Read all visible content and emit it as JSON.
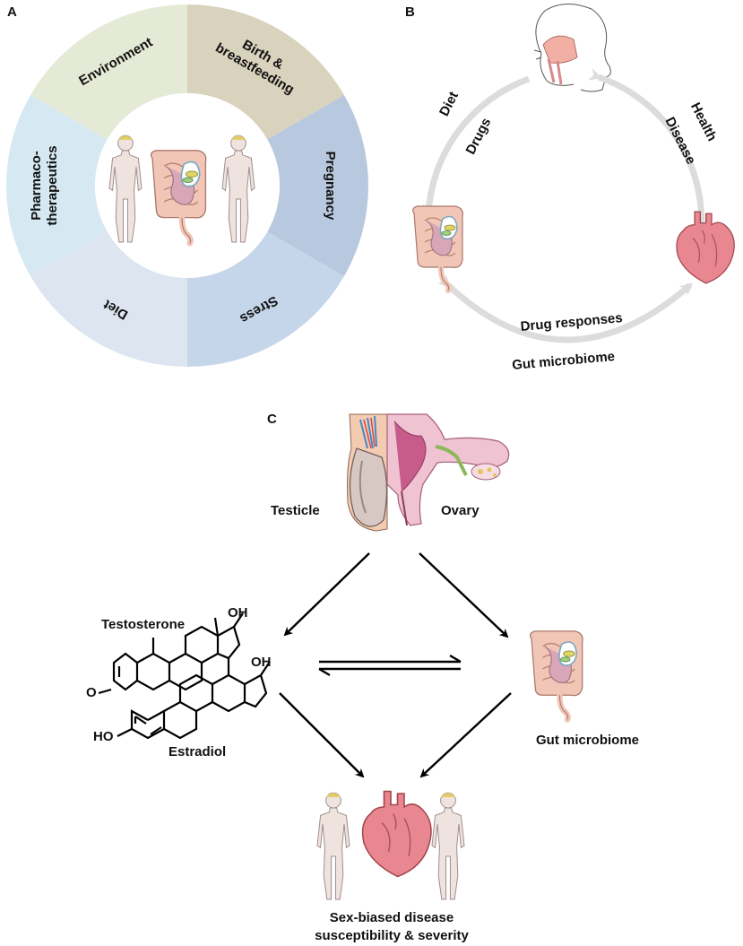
{
  "panels": {
    "a": "A",
    "b": "B",
    "c": "C"
  },
  "panel_a": {
    "segments": [
      {
        "label_lines": [
          "Environment"
        ],
        "color": "#e5ead6"
      },
      {
        "label_lines": [
          "Birth &",
          "breastfeeding"
        ],
        "color": "#d9d2bd"
      },
      {
        "label_lines": [
          "Pregnancy"
        ],
        "color": "#b8c8de"
      },
      {
        "label_lines": [
          "Stress"
        ],
        "color": "#c5d6ea"
      },
      {
        "label_lines": [
          "Diet"
        ],
        "color": "#dce5f0"
      },
      {
        "label_lines": [
          "Pharmaco-",
          "therapeutics"
        ],
        "color": "#d6e8f1"
      }
    ]
  },
  "panel_b": {
    "diet": "Diet",
    "drugs": "Drugs",
    "health": "Health",
    "disease": "Disease",
    "drug_responses": "Drug responses",
    "gut_microbiome": "Gut microbiome"
  },
  "panel_c": {
    "testicle": "Testicle",
    "ovary": "Ovary",
    "testosterone": "Testosterone",
    "estradiol": "Estradiol",
    "gut_microbiome": "Gut microbiome",
    "outcome_line1": "Sex-biased disease",
    "outcome_line2": "susceptibility & severity",
    "oh_top": "OH",
    "oh_mid": "OH",
    "ho": "HO",
    "o": "O"
  },
  "colors": {
    "arc": "#dcdcdc",
    "heart": "#e8878f",
    "gut": "#f1c6b6",
    "body": "#efe3df"
  }
}
